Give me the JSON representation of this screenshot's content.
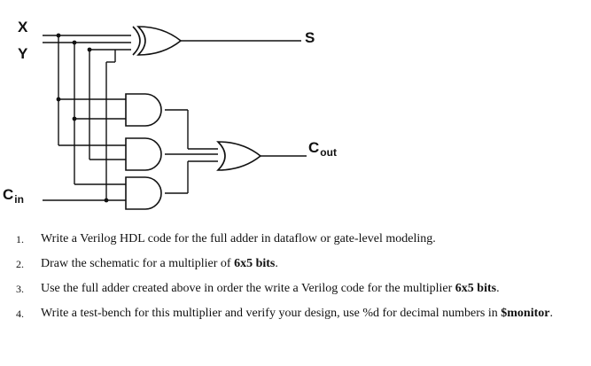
{
  "circuit": {
    "inputs": {
      "x": "X",
      "y": "Y",
      "cin": "C",
      "cin_sub": "in"
    },
    "outputs": {
      "s": "S",
      "cout": "C",
      "cout_sub": "out"
    },
    "gates": [
      "xor",
      "and",
      "and",
      "and",
      "or"
    ]
  },
  "questions": [
    {
      "num": "1.",
      "parts": [
        {
          "t": "Write a Verilog HDL code for the full adder in dataflow or gate-level modeling."
        }
      ]
    },
    {
      "num": "2.",
      "parts": [
        {
          "t": "Draw the schematic for a multiplier of "
        },
        {
          "t": "6x5 bits",
          "b": true
        },
        {
          "t": "."
        }
      ]
    },
    {
      "num": "3.",
      "parts": [
        {
          "t": "Use the full adder created above in order the write a Verilog code for the multiplier "
        },
        {
          "t": "6x5 bits",
          "b": true
        },
        {
          "t": "."
        }
      ]
    },
    {
      "num": "4.",
      "parts": [
        {
          "t": "Write a test-bench for this multiplier and verify your design, use %d for decimal numbers in "
        },
        {
          "t": "$monitor",
          "b": true
        },
        {
          "t": "."
        }
      ]
    }
  ]
}
